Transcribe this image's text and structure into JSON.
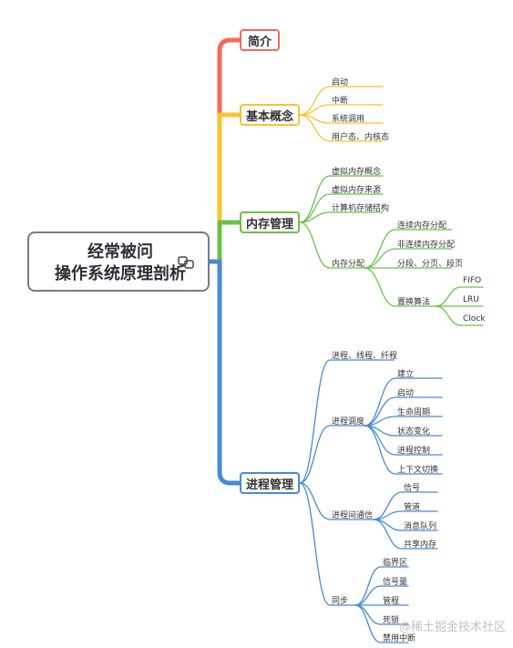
{
  "root": {
    "line1": "经常被问",
    "line2": "操作系统原理剖析"
  },
  "colors": {
    "red": "#f36a5a",
    "yellow": "#f8c32c",
    "green": "#6cc04a",
    "blue": "#4a88d8"
  },
  "icon": "link-icon",
  "branches": [
    {
      "id": "intro",
      "label": "简介"
    },
    {
      "id": "basic",
      "label": "基本概念",
      "children": [
        "启动",
        "中断",
        "系统调用",
        "用户态、内核态"
      ]
    },
    {
      "id": "memory",
      "label": "内存管理",
      "children": [
        "虚拟内存概念",
        "虚拟内存来源",
        "计算机存储结构"
      ],
      "alloc": {
        "label": "内存分配",
        "children": [
          "连续内存分配",
          "非连续内存分配",
          "分段、分页、段页"
        ],
        "replace": {
          "label": "置换算法",
          "children": [
            "FIFO",
            "LRU",
            "Clock"
          ]
        }
      }
    },
    {
      "id": "process",
      "label": "进程管理",
      "first": "进程、线程、纤程",
      "schedule": {
        "label": "进程调度",
        "children": [
          "建立",
          "启动",
          "生命周期",
          "状态变化",
          "进程控制",
          "上下文切换"
        ]
      },
      "ipc": {
        "label": "进程间通信",
        "children": [
          "信号",
          "管道",
          "消息队列",
          "共享内存"
        ]
      },
      "sync": {
        "label": "同步",
        "children": [
          "临界区",
          "信号量",
          "管程",
          "死锁",
          "禁用中断"
        ]
      }
    }
  ],
  "watermark": "@稀土掘金技术社区"
}
